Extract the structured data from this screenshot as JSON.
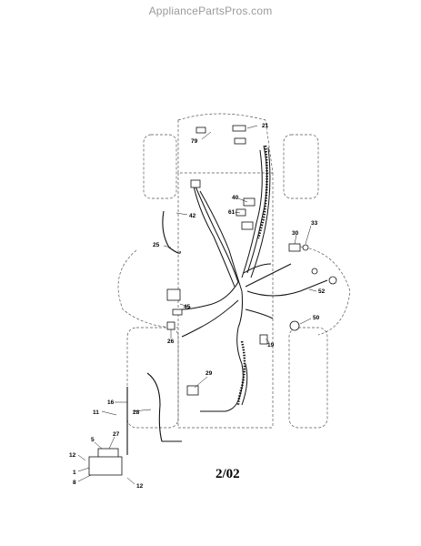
{
  "header": {
    "watermark": "AppliancePartsPros.com"
  },
  "diagram": {
    "date_code": "2/02",
    "callouts": [
      {
        "id": "c79",
        "text": "79"
      },
      {
        "id": "c21",
        "text": "21"
      },
      {
        "id": "c40",
        "text": "40"
      },
      {
        "id": "c61",
        "text": "61"
      },
      {
        "id": "c42",
        "text": "42"
      },
      {
        "id": "c33",
        "text": "33"
      },
      {
        "id": "c30",
        "text": "30"
      },
      {
        "id": "c25",
        "text": "25"
      },
      {
        "id": "c52",
        "text": "52"
      },
      {
        "id": "c45",
        "text": "45"
      },
      {
        "id": "c50",
        "text": "50"
      },
      {
        "id": "c26",
        "text": "26"
      },
      {
        "id": "c19",
        "text": "19"
      },
      {
        "id": "c29",
        "text": "29"
      },
      {
        "id": "c16",
        "text": "16"
      },
      {
        "id": "c11",
        "text": "11"
      },
      {
        "id": "c28",
        "text": "28"
      },
      {
        "id": "c27",
        "text": "27"
      },
      {
        "id": "c5",
        "text": "5"
      },
      {
        "id": "c12a",
        "text": "12"
      },
      {
        "id": "c1",
        "text": "1"
      },
      {
        "id": "c8",
        "text": "8"
      },
      {
        "id": "c12b",
        "text": "12"
      }
    ]
  }
}
